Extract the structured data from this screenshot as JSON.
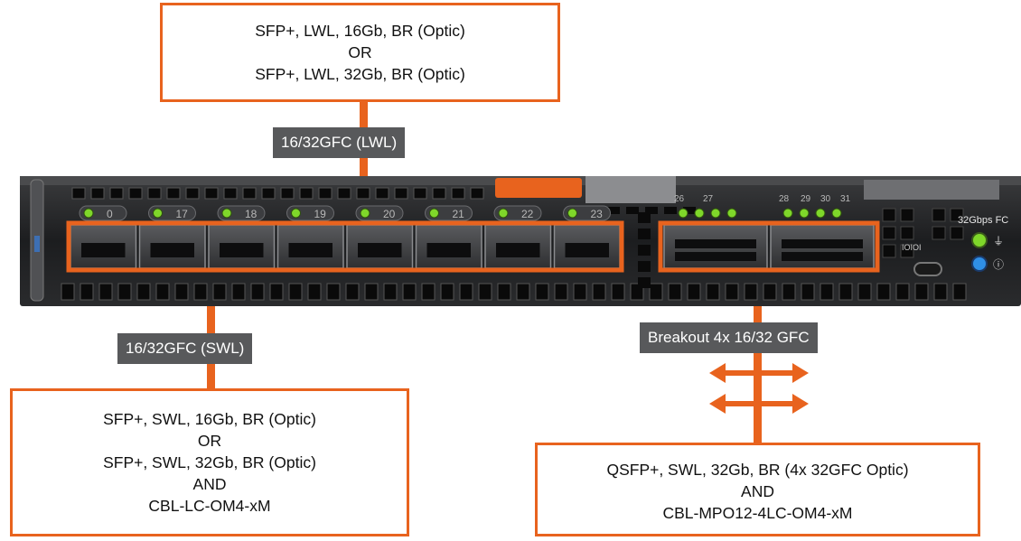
{
  "top_box": {
    "lines": [
      "SFP+, LWL, 16Gb, BR (Optic)",
      "OR",
      "SFP+, LWL, 32Gb, BR (Optic)"
    ]
  },
  "left_box": {
    "lines": [
      "SFP+, SWL, 16Gb, BR (Optic)",
      "OR",
      "SFP+, SWL, 32Gb, BR (Optic)",
      "AND",
      "CBL-LC-OM4-xM"
    ]
  },
  "right_box": {
    "lines": [
      "QSFP+, SWL, 32Gb, BR (4x 32GFC Optic)",
      "AND",
      "CBL-MPO12-4LC-OM4-xM"
    ]
  },
  "labels": {
    "lwl": "16/32GFC (LWL)",
    "swl": "16/32GFC (SWL)",
    "breakout": "Breakout 4x 16/32 GFC"
  },
  "switch": {
    "sfp_ports": [
      "0",
      "17",
      "18",
      "19",
      "20",
      "21",
      "22",
      "23"
    ],
    "qsfp_led_groups": [
      [
        "26",
        "27"
      ],
      [
        "28",
        "29",
        "30",
        "31"
      ]
    ],
    "brand_label": "32Gbps FC",
    "port_label": "IOIOI"
  },
  "colors": {
    "accent": "#e8631e",
    "tag_bg": "#58595b",
    "led_green": "#7fd72a",
    "led_blue": "#2f8fe6"
  }
}
